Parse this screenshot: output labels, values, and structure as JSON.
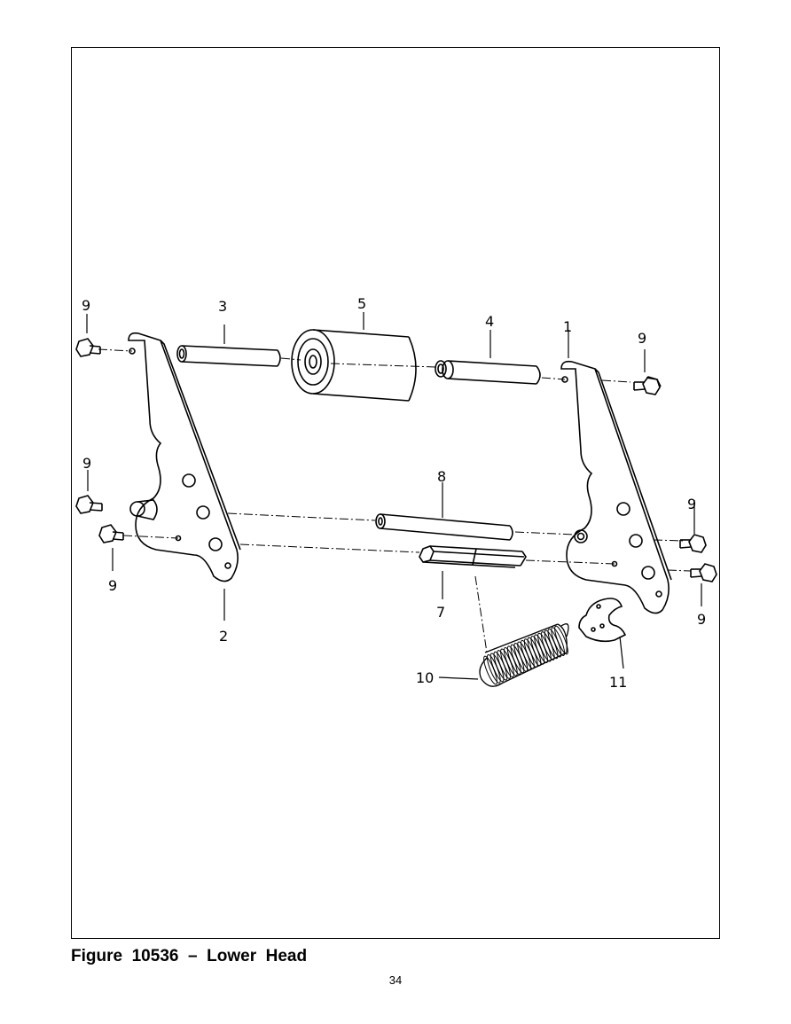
{
  "figure": {
    "caption": "Figure  10536  –  Lower  Head",
    "page_number": "34"
  },
  "callouts": {
    "part_1": "1",
    "part_2": "2",
    "part_3": "3",
    "part_4": "4",
    "part_5": "5",
    "part_7": "7",
    "part_8": "8",
    "part_9": "9",
    "part_10": "10",
    "part_11": "11"
  }
}
